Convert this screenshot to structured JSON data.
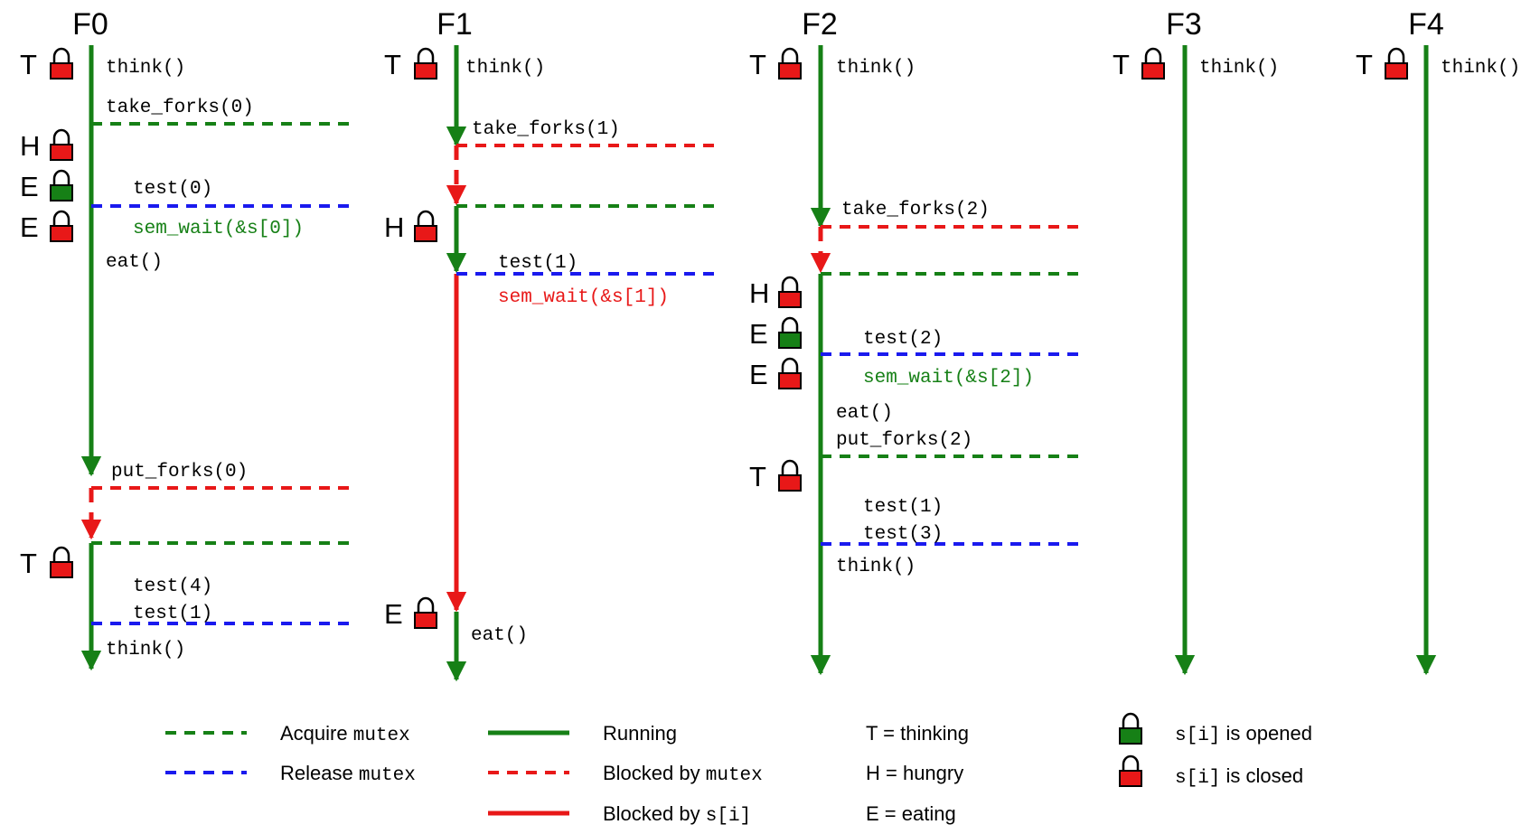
{
  "colors": {
    "running": "#168016",
    "blocked": "#e81818",
    "release": "#1a1aee",
    "lock_open": "#168016",
    "lock_closed": "#e81818"
  },
  "philosophers": [
    "F0",
    "F1",
    "F2",
    "F3",
    "F4"
  ],
  "state_letters": {
    "thinking": "T",
    "hungry": "H",
    "eating": "E"
  },
  "calls": {
    "f0_think1": "think()",
    "f0_take": "take_forks(0)",
    "f0_test": "test(0)",
    "f0_semwait": "sem_wait(&s[0])",
    "f0_eat": "eat()",
    "f0_put": "put_forks(0)",
    "f0_test4": "test(4)",
    "f0_test1": "test(1)",
    "f0_think2": "think()",
    "f1_think": "think()",
    "f1_take": "take_forks(1)",
    "f1_test": "test(1)",
    "f1_semwait": "sem_wait(&s[1])",
    "f1_eat": "eat()",
    "f2_think1": "think()",
    "f2_take": "take_forks(2)",
    "f2_test": "test(2)",
    "f2_semwait": "sem_wait(&s[2])",
    "f2_eat": "eat()",
    "f2_put": "put_forks(2)",
    "f2_test1": "test(1)",
    "f2_test3": "test(3)",
    "f2_think2": "think()",
    "f3_think": "think()",
    "f4_think": "think()"
  },
  "legend": {
    "acquire": {
      "pre": "Acquire ",
      "mono": "mutex"
    },
    "release": {
      "pre": "Release ",
      "mono": "mutex"
    },
    "running": "Running",
    "blocked_mutex": {
      "pre": "Blocked by ",
      "mono": "mutex"
    },
    "blocked_s": {
      "pre": "Blocked by ",
      "mono": "s[i]"
    },
    "t_def": "T = thinking",
    "h_def": "H = hungry",
    "e_def": "E = eating",
    "opened": {
      "mono": "s[i]",
      "post": " is opened"
    },
    "closed": {
      "mono": "s[i]",
      "post": " is closed"
    }
  }
}
